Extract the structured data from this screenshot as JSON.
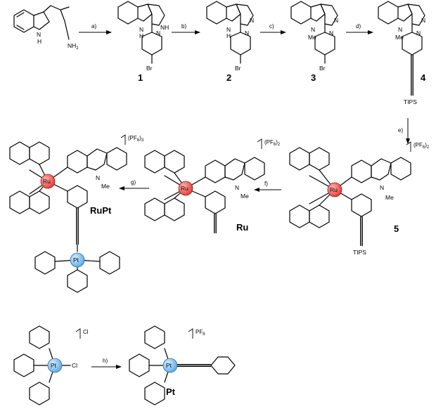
{
  "compounds": {
    "c1": "1",
    "c2": "2",
    "c3": "3",
    "c4": "4",
    "c5": "5",
    "ru": "Ru",
    "rupt": "RuPt",
    "pt": "Pt"
  },
  "steps": {
    "a": "a)",
    "b": "b)",
    "c": "c)",
    "d": "d)",
    "e": "e)",
    "f": "f)",
    "g": "g)",
    "h": "h)"
  },
  "atoms": {
    "N": "N",
    "H": "H",
    "NH": "NH",
    "NH2": "NH",
    "Br": "Br",
    "Me": "Me",
    "TIPS": "TIPS",
    "Ru": "Ru",
    "Pt": "Pt",
    "Cl": "Cl"
  },
  "counterions": {
    "pf6_3": "(PF",
    "pf6_2": "(PF",
    "pf6": "PF",
    "cl": "Cl"
  },
  "subscripts": {
    "six": "6",
    "three": "3",
    "two": "2"
  },
  "colors": {
    "ruthenium": "#e53935",
    "platinum": "#5aa9e6",
    "ink": "#000000"
  }
}
